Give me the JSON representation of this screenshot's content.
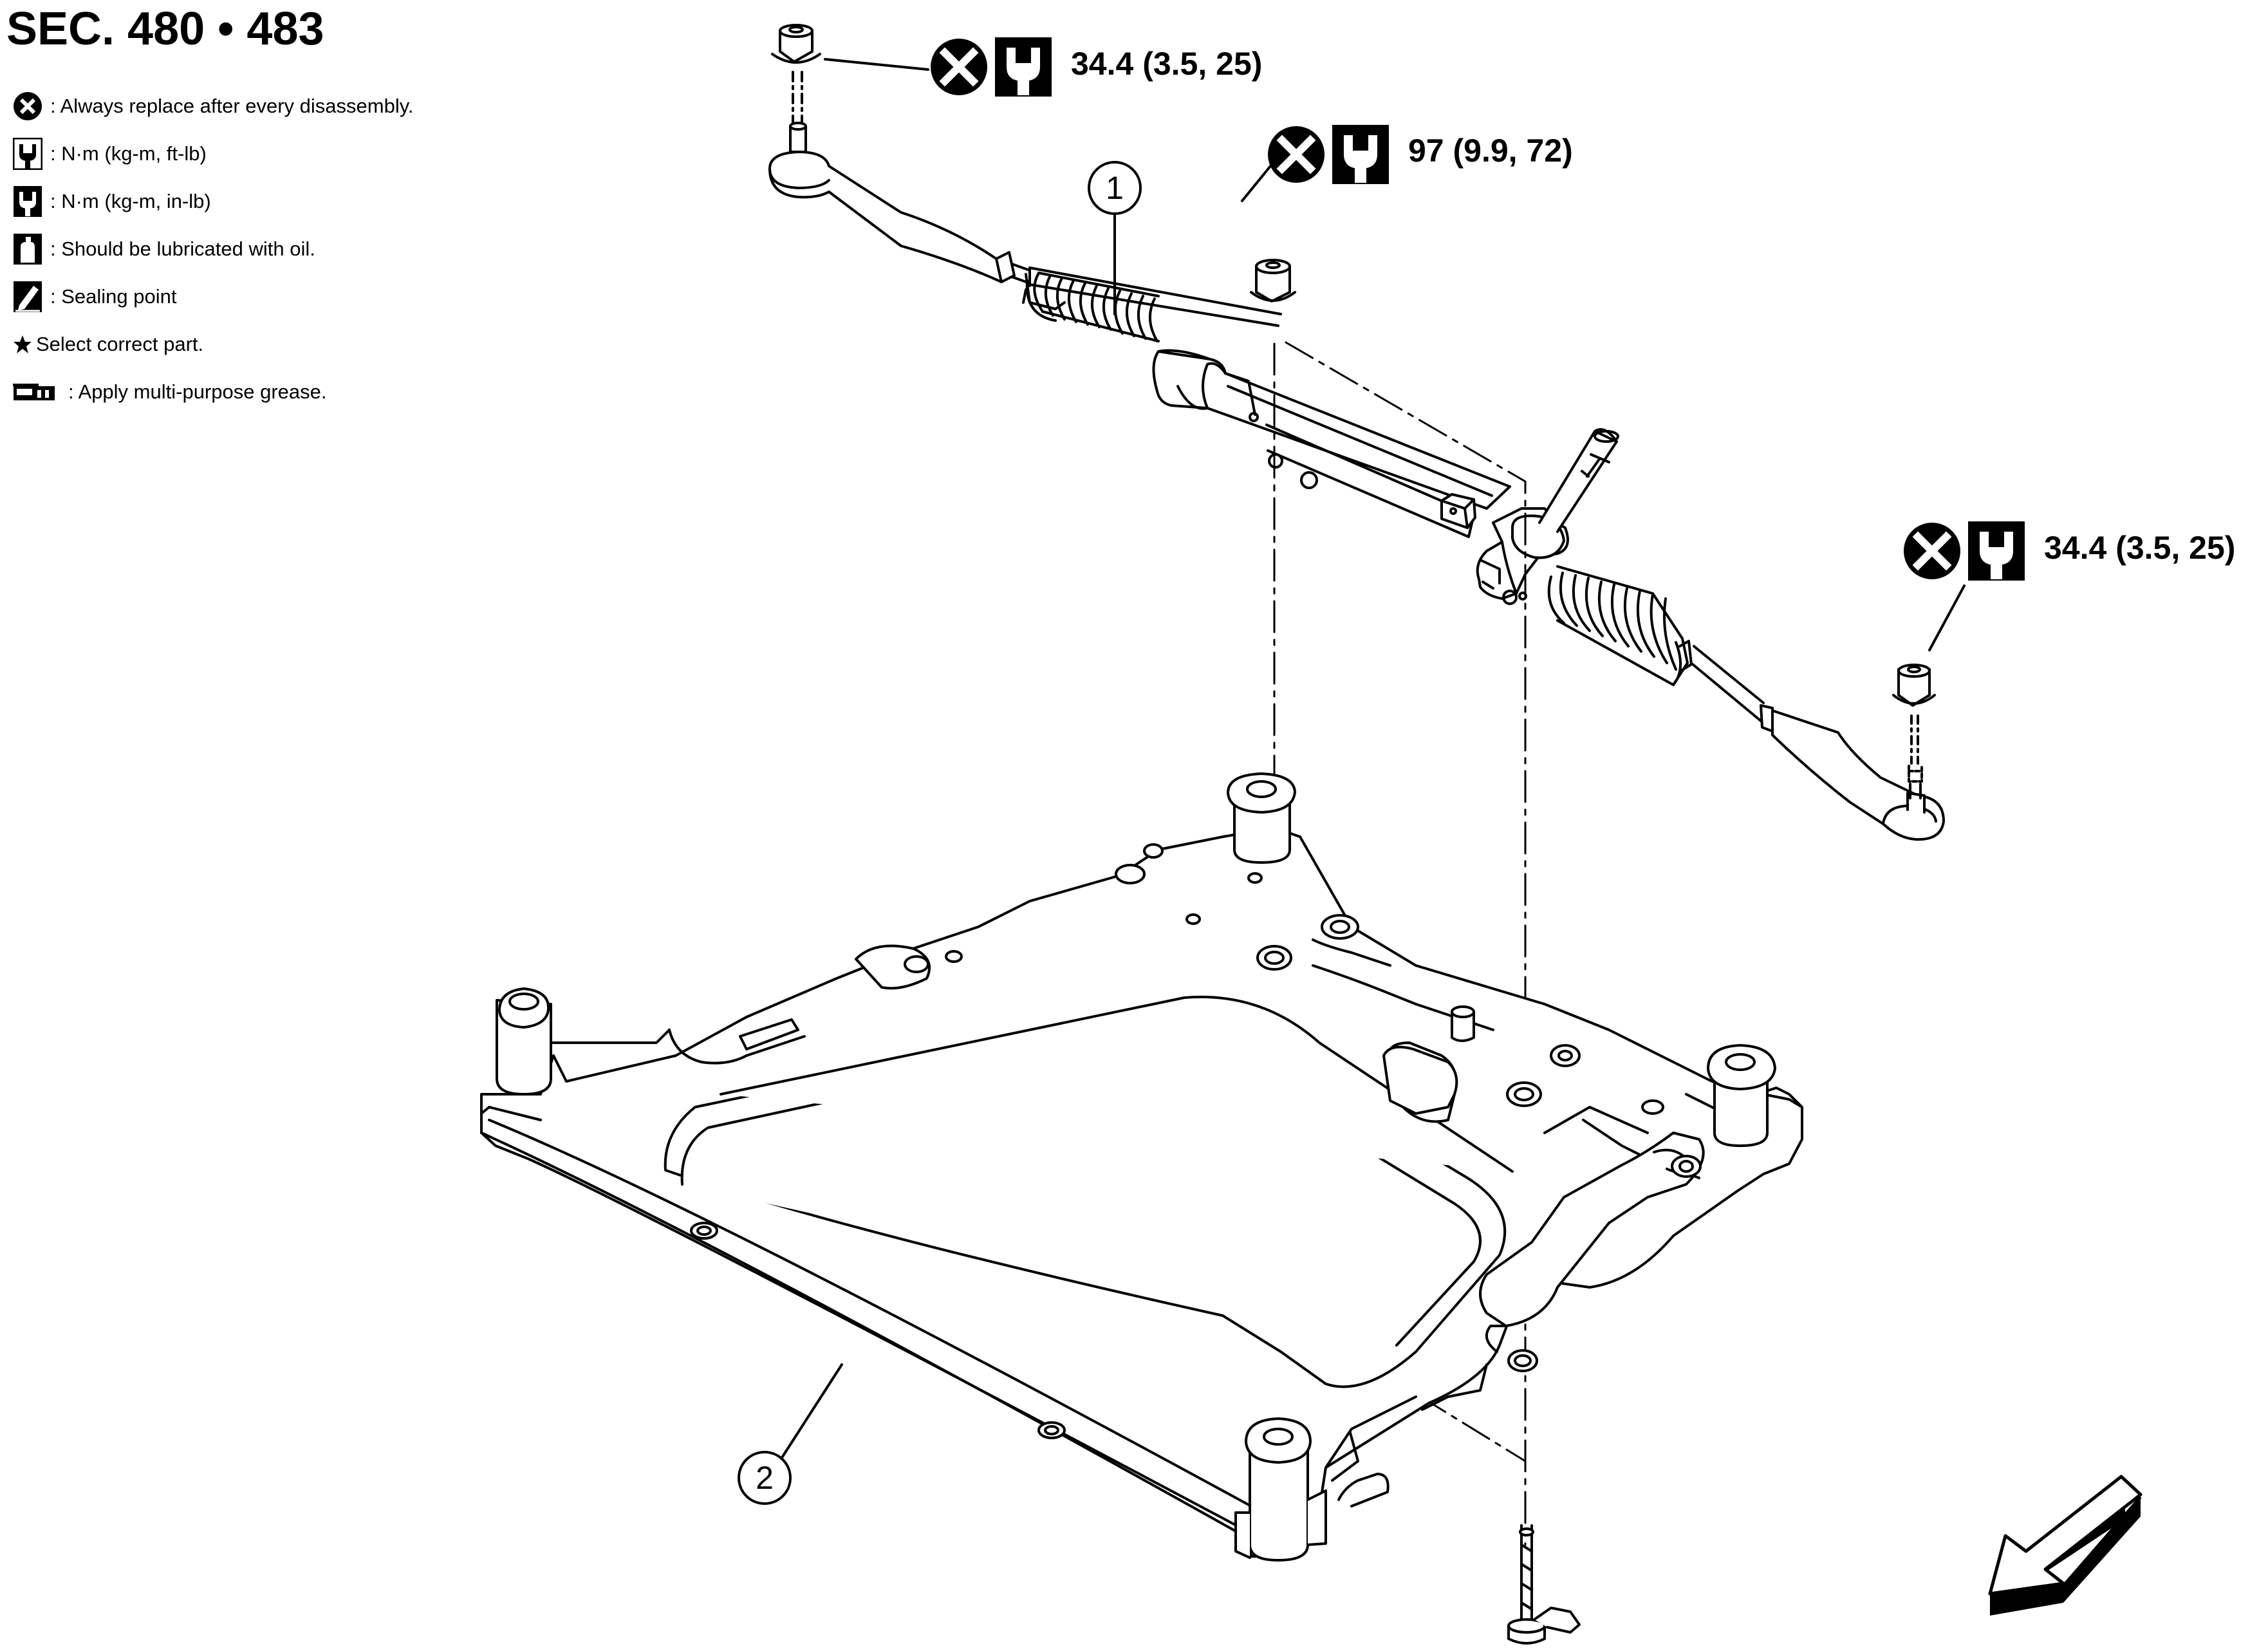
{
  "header": {
    "section": "SEC. 480 • 483"
  },
  "legend": [
    {
      "icon": "replace-circle-x-icon",
      "text": ": Always replace after every disassembly."
    },
    {
      "icon": "torque-wrench-ftlb-icon",
      "text": ": N·m (kg-m, ft-lb)"
    },
    {
      "icon": "torque-wrench-inlb-icon",
      "text": ": N·m (kg-m, in-lb)"
    },
    {
      "icon": "oil-can-icon",
      "text": ": Should be lubricated with oil."
    },
    {
      "icon": "sealing-pencil-icon",
      "text": ": Sealing point"
    },
    {
      "icon": "star-icon",
      "text": "Select correct part."
    },
    {
      "icon": "grease-gun-icon",
      "text": ": Apply multi-purpose grease."
    }
  ],
  "torque": [
    {
      "id": "left-tie-rod-nut",
      "value": "34.4 (3.5, 25)"
    },
    {
      "id": "rack-mount-nut",
      "value": "97 (9.9, 72)"
    },
    {
      "id": "right-tie-rod-nut",
      "value": "34.4 (3.5, 25)"
    }
  ],
  "parts": [
    {
      "number": "1"
    },
    {
      "number": "2"
    }
  ],
  "colors": {
    "line": "#000000",
    "background": "#ffffff"
  }
}
